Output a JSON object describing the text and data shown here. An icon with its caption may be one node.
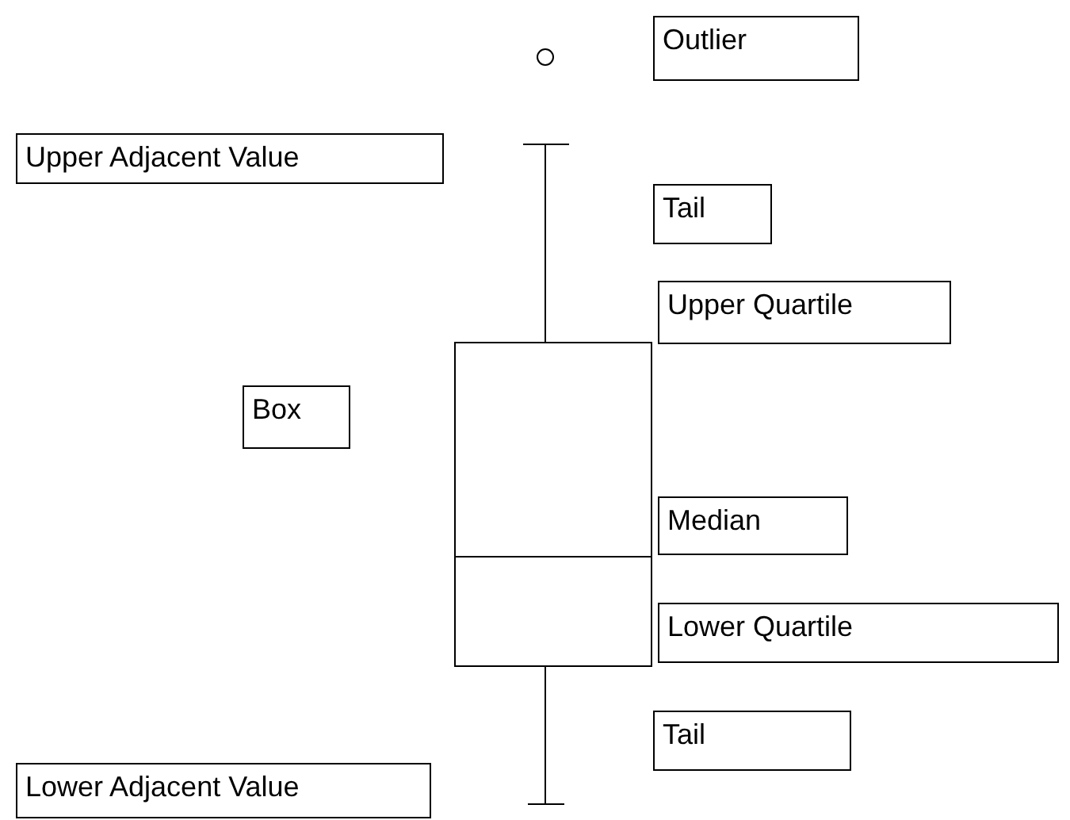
{
  "diagram": {
    "nodes": [
      {
        "text": [
          "Outlier"
        ]
      },
      {
        "text": [
          "Upper Adjacent Value"
        ]
      },
      {
        "text": [
          "Tail"
        ]
      },
      {
        "text": [
          "Upper Quartile"
        ]
      },
      {
        "text": [
          "Box"
        ]
      },
      {
        "text": [
          "Median"
        ]
      },
      {
        "text": [
          "Lower Quartile"
        ]
      },
      {
        "text": [
          "Tail"
        ]
      },
      {
        "text": [
          "Lower Adjacent Value"
        ]
      }
    ]
  }
}
